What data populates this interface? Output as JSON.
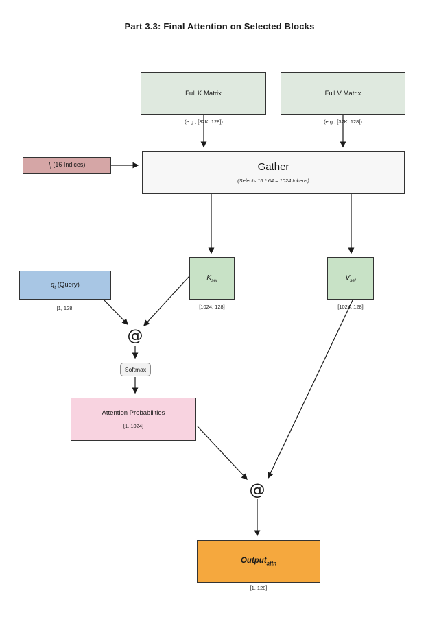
{
  "title": "Part 3.3: Final Attention on Selected Blocks",
  "colors": {
    "matrix_green": "#dfe9df",
    "sel_green": "#c8e2c6",
    "indices_pink": "#d5a6a6",
    "query_blue": "#a8c6e4",
    "prob_pink": "#f8d3e0",
    "output_orange": "#f5a83e",
    "gather_gray": "#f7f7f7",
    "softmax_gray": "#f2f2f2"
  },
  "nodes": {
    "full_k": {
      "label": "Full K Matrix",
      "shape_label": "(e.g., [32K, 128])"
    },
    "full_v": {
      "label": "Full V Matrix",
      "shape_label": "(e.g., [32K, 128])"
    },
    "indices": {
      "base": "I",
      "sub": "t",
      "rest": " (16 Indices)"
    },
    "gather": {
      "label": "Gather",
      "sublabel": "(Selects 16 * 64 = 1024 tokens)"
    },
    "k_sel": {
      "base": "K",
      "sub": "sel",
      "shape_label": "[1024, 128]"
    },
    "v_sel": {
      "base": "V",
      "sub": "sel",
      "shape_label": "[1024, 128]"
    },
    "query": {
      "base": "q",
      "sub": "t",
      "rest": " (Query)",
      "shape_label": "[1, 128]"
    },
    "matmul1": {
      "symbol": "@"
    },
    "softmax": {
      "label": "Softmax"
    },
    "attn_prob": {
      "label": "Attention Probabilities",
      "shape_label": "[1, 1024]"
    },
    "matmul2": {
      "symbol": "@"
    },
    "output": {
      "base": "Output",
      "sub": "attn",
      "shape_label": "[1, 128]"
    }
  }
}
